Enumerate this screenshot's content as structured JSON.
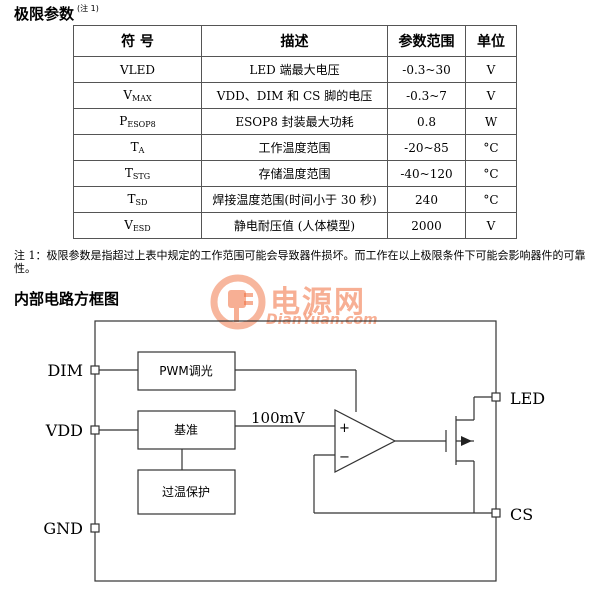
{
  "section1": {
    "title": "极限参数",
    "note_ref": "(注 1)"
  },
  "table": {
    "headers": [
      "符 号",
      "描述",
      "参数范围",
      "单位"
    ],
    "rows": [
      {
        "sym": "VLED",
        "sub": "",
        "desc": "LED 端最大电压",
        "range": "-0.3~30",
        "unit": "V"
      },
      {
        "sym": "V",
        "sub": "MAX",
        "desc": "VDD、DIM 和 CS 脚的电压",
        "range": "-0.3~7",
        "unit": "V"
      },
      {
        "sym": "P",
        "sub": "ESOP8",
        "desc": "ESOP8 封装最大功耗",
        "range": "0.8",
        "unit": "W"
      },
      {
        "sym": "T",
        "sub": "A",
        "desc": "工作温度范围",
        "range": "-20~85",
        "unit": "°C"
      },
      {
        "sym": "T",
        "sub": "STG",
        "desc": "存储温度范围",
        "range": "-40~120",
        "unit": "°C"
      },
      {
        "sym": "T",
        "sub": "SD",
        "desc": "焊接温度范围(时间小于 30 秒)",
        "range": "240",
        "unit": "°C"
      },
      {
        "sym": "V",
        "sub": "ESD",
        "desc": "静电耐压值 (人体模型)",
        "range": "2000",
        "unit": "V"
      }
    ]
  },
  "note": "注 1：极限参数是指超过上表中规定的工作范围可能会导致器件损坏。而工作在以上极限条件下可能会影响器件的可靠性。",
  "section2": {
    "title": "内部电路方框图"
  },
  "diagram": {
    "pins": {
      "dim": "DIM",
      "vdd": "VDD",
      "gnd": "GND",
      "led": "LED",
      "cs": "CS"
    },
    "blocks": {
      "pwm": "PWM调光",
      "ref": "基准",
      "otp": "过温保护"
    },
    "signal": "100mV",
    "plus": "+",
    "minus": "−"
  },
  "watermark": {
    "name": "电源网",
    "url": "DianYuan.com"
  },
  "colors": {
    "watermark": "#f06e3c",
    "line": "#333333"
  }
}
